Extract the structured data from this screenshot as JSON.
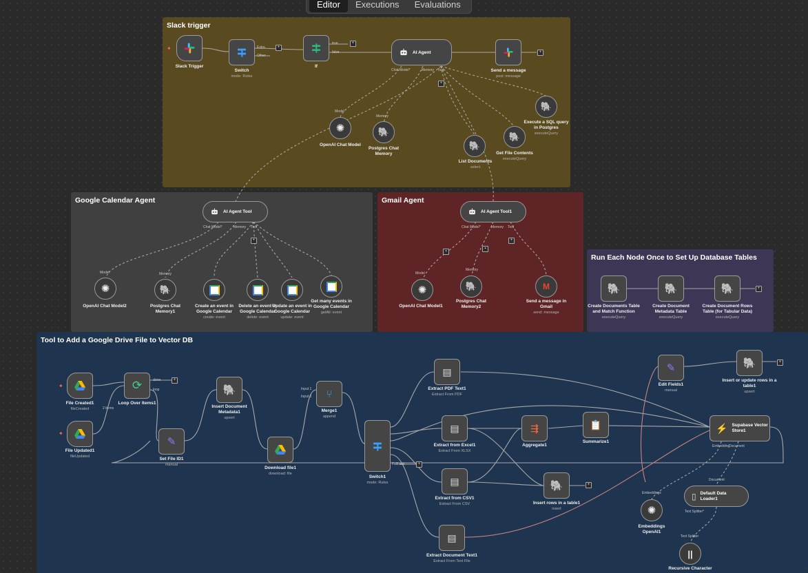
{
  "tabs": [
    "Editor",
    "Executions",
    "Evaluations"
  ],
  "groups": {
    "slack": "Slack trigger",
    "calendar": "Google Calendar Agent",
    "gmail": "Gmail Agent",
    "db_setup": "Run Each Node Once to Set Up Database Tables",
    "drive": "Tool to Add a Google Drive File to Vector DB"
  },
  "nodes": {
    "slack_trigger": {
      "title": "Slack Trigger"
    },
    "switch": {
      "title": "Switch",
      "sub": "mode: Rules"
    },
    "if": {
      "title": "If"
    },
    "ai_agent": {
      "title": "AI Agent"
    },
    "send_message": {
      "title": "Send a message",
      "sub": "post: message"
    },
    "openai_chat": {
      "title": "OpenAI Chat Model"
    },
    "pg_memory": {
      "title": "Postgres Chat Memory"
    },
    "list_docs": {
      "title": "List Documents",
      "sub": "select"
    },
    "get_file": {
      "title": "Get File Contents",
      "sub": "executeQuery"
    },
    "exec_sql": {
      "title": "Execute a SQL query in Postgres",
      "sub": "executeQuery"
    },
    "cal_agent": {
      "title": "AI Agent Tool"
    },
    "openai_chat2": {
      "title": "OpenAI Chat Model2"
    },
    "pg_memory1": {
      "title": "Postgres Chat Memory1"
    },
    "create_event": {
      "title": "Create an event in Google Calendar",
      "sub": "create: event"
    },
    "delete_event": {
      "title": "Delete an event in Google Calendar",
      "sub": "delete: event"
    },
    "update_event": {
      "title": "Update an event in Google Calendar",
      "sub": "update: event"
    },
    "get_events": {
      "title": "Get many events in Google Calendar",
      "sub": "getAll: event"
    },
    "gmail_agent": {
      "title": "AI Agent Tool1"
    },
    "openai_chat1": {
      "title": "OpenAI Chat Model1"
    },
    "pg_memory2": {
      "title": "Postgres Chat Memory2"
    },
    "gmail_send": {
      "title": "Send a message in Gmail",
      "sub": "send: message"
    },
    "create_docs_table": {
      "title": "Create Documents Table and Match Function",
      "sub": "executeQuery"
    },
    "create_meta_table": {
      "title": "Create Document Metadata Table",
      "sub": "executeQuery"
    },
    "create_rows_table": {
      "title": "Create Document Rows Table (for Tabular Data)",
      "sub": "executeQuery"
    },
    "file_created": {
      "title": "File Created1",
      "sub": "fileCreated"
    },
    "file_updated": {
      "title": "File Updated1",
      "sub": "fileUpdated"
    },
    "loop": {
      "title": "Loop Over Items1"
    },
    "set_file_id": {
      "title": "Set File ID1",
      "sub": "manual"
    },
    "insert_meta": {
      "title": "Insert Document Metadata1",
      "sub": "upsert"
    },
    "download": {
      "title": "Download file1",
      "sub": "download: file"
    },
    "merge": {
      "title": "Merge1",
      "sub": "append"
    },
    "switch1": {
      "title": "Switch1",
      "sub": "mode: Rules"
    },
    "extract_pdf": {
      "title": "Extract PDF Text1",
      "sub": "Extract From PDF"
    },
    "extract_excel": {
      "title": "Extract from Excel1",
      "sub": "Extract From XLSX"
    },
    "extract_csv": {
      "title": "Extract from CSV1",
      "sub": "Extract From CSV"
    },
    "extract_text": {
      "title": "Extract Document Text1",
      "sub": "Extract From Text File"
    },
    "aggregate": {
      "title": "Aggregate1"
    },
    "summarize": {
      "title": "Summarize1"
    },
    "insert_rows": {
      "title": "Insert rows in a table1",
      "sub": "insert"
    },
    "edit_fields": {
      "title": "Edit Fields1",
      "sub": "manual"
    },
    "upsert_rows": {
      "title": "Insert or update rows in a table1",
      "sub": "upsert"
    },
    "supabase": {
      "title": "Supabase Vector Store1"
    },
    "default_loader": {
      "title": "Default Data Loader1"
    },
    "embeddings": {
      "title": "Embeddings OpenAI1"
    },
    "splitter": {
      "title": "Recursive Character"
    }
  },
  "ports": {
    "extra": "Extra",
    "other": "Other",
    "true": "true",
    "false": "false",
    "chat_model": "Chat Model*",
    "memory": "Memory",
    "tool": "Tool",
    "model": "Model",
    "done": "done",
    "loop": "loop",
    "input1": "Input 1",
    "input2": "Input 2",
    "fallback": "Fallback",
    "items": "2 items",
    "embedding": "Embedding",
    "document": "Document",
    "embeddings_port": "Embeddings",
    "text_splitter": "Text Splitter*",
    "text_splitter2": "Text Splitter"
  },
  "colors": {
    "slack_group": "#594a1f",
    "calendar_group": "#404040",
    "gmail_group": "#5e2426",
    "db_group": "#3e3655",
    "drive_group": "#1f354f",
    "edge": "#a8a8a8",
    "edge_red": "#c98383"
  }
}
